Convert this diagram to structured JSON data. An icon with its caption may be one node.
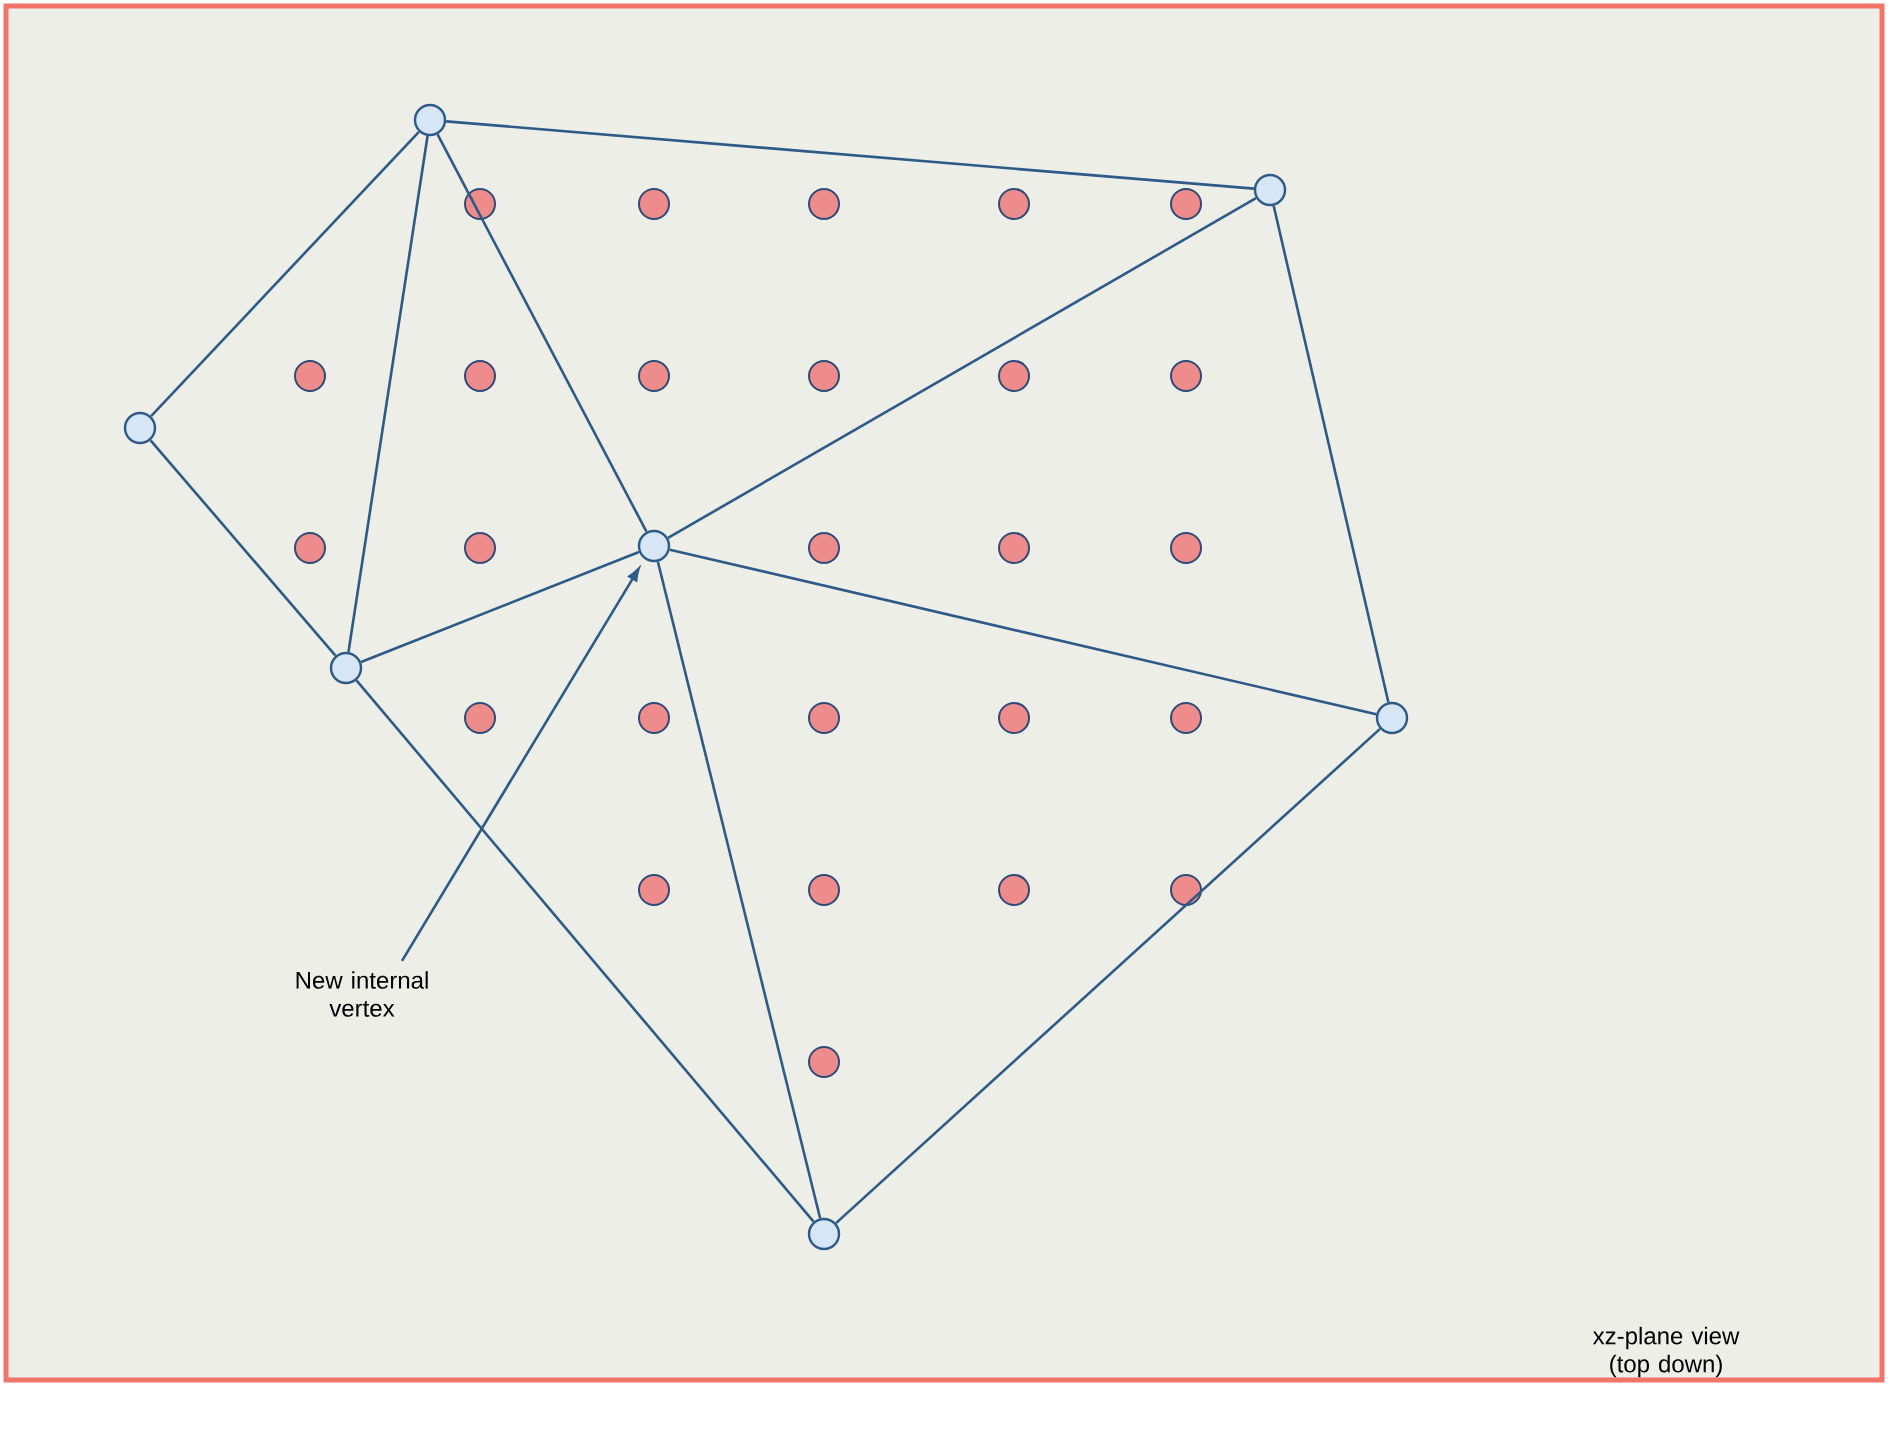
{
  "diagram": {
    "nodes": [
      {
        "text": [],
        "shape": "circle"
      },
      {
        "text": [],
        "shape": "circle"
      },
      {
        "text": [],
        "shape": "circle"
      },
      {
        "text": [],
        "shape": "circle"
      },
      {
        "text": [],
        "shape": "circle"
      },
      {
        "text": [],
        "shape": "circle"
      },
      {
        "text": [],
        "shape": "circle"
      },
      {
        "text": [
          "New internal vertex"
        ]
      }
    ],
    "edges": [
      {
        "from": 0,
        "to": 1,
        "arrow": "none"
      },
      {
        "from": 0,
        "to": 2,
        "arrow": "none"
      },
      {
        "from": 0,
        "to": 4,
        "arrow": "none"
      },
      {
        "from": 0,
        "to": 3,
        "arrow": "none"
      },
      {
        "from": 1,
        "to": 3,
        "arrow": "none"
      },
      {
        "from": 1,
        "to": 5,
        "arrow": "none"
      },
      {
        "from": 2,
        "to": 4,
        "arrow": "none"
      },
      {
        "from": 4,
        "to": 3,
        "arrow": "none"
      },
      {
        "from": 3,
        "to": 5,
        "arrow": "none"
      },
      {
        "from": 3,
        "to": 6,
        "arrow": "none"
      },
      {
        "from": 4,
        "to": 6,
        "arrow": "none"
      },
      {
        "from": 6,
        "to": 5,
        "arrow": "none"
      },
      {
        "from": 7,
        "to": 3,
        "arrow": "to"
      }
    ],
    "labels": [
      "xz-plane view (top down)"
    ]
  }
}
